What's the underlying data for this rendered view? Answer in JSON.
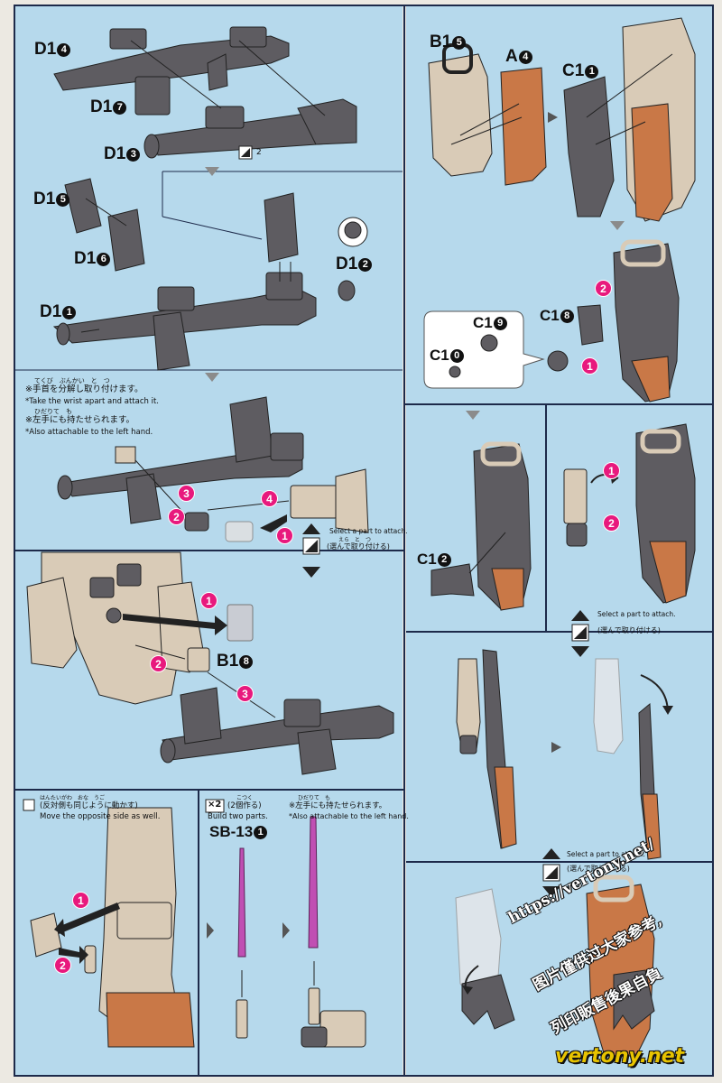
{
  "colors": {
    "panel": "#b5d8eb",
    "frame": "#1d2a4a",
    "accent": "#e8197d",
    "part_gray": "#5e5c61",
    "part_tan": "#d9cbb7",
    "part_orange": "#c97847",
    "part_magenta": "#c04fb3"
  },
  "left_top": {
    "labels": [
      {
        "prefix": "D1",
        "num": "4"
      },
      {
        "prefix": "D1",
        "num": "7"
      },
      {
        "prefix": "D1",
        "num": "3"
      }
    ],
    "ref_badge": "2"
  },
  "left_mid": {
    "labels": [
      {
        "prefix": "D1",
        "num": "5"
      },
      {
        "prefix": "D1",
        "num": "6"
      },
      {
        "prefix": "D1",
        "num": "2"
      },
      {
        "prefix": "D1",
        "num": "1"
      }
    ]
  },
  "left_notes": {
    "jp1": "※手首を分解し取り付けます。",
    "en1": "*Take the wrist apart and attach it.",
    "jp2": "※左手にも持たせられます。",
    "en2": "*Also attachable to the left hand.",
    "furigana1": "てくび　ぶんかい　と　つ",
    "furigana2": "ひだりて　も"
  },
  "left_steps": [
    "3",
    "2",
    "4",
    "1"
  ],
  "select_note": {
    "en": "Select a part to attach.",
    "jp": "(選んで取り付ける)",
    "furigana": "えら　と　つ"
  },
  "left_lower": {
    "steps": [
      "1",
      "2",
      "3"
    ],
    "label": {
      "prefix": "B1",
      "num": "8"
    }
  },
  "bottom": {
    "opposite_jp": "(反対側も同じように動かす)",
    "opposite_en": "Move the opposite side as well.",
    "opp_furigana": "はんたいがわ　おな　うご",
    "x2": "×2",
    "x2_jp": "(2個作る)",
    "x2_furigana": "こつく",
    "x2_en": "Build two parts.",
    "sb_label": {
      "prefix": "SB-13",
      "num": "1"
    },
    "left_hand_jp": "※左手にも持たせられます。",
    "left_hand_en": "*Also attachable to the left hand.",
    "lh_furigana": "ひだりて　も",
    "steps": [
      "1",
      "2"
    ]
  },
  "right_top": {
    "labels": [
      {
        "prefix": "B1",
        "num": "5"
      },
      {
        "prefix": "A",
        "num": "4"
      },
      {
        "prefix": "C1",
        "num": "1"
      }
    ]
  },
  "right_mid": {
    "labels": [
      {
        "prefix": "C1",
        "num": "9"
      },
      {
        "prefix": "C1",
        "num": "8"
      },
      {
        "prefix": "C1",
        "num": "0"
      }
    ],
    "steps": [
      "2",
      "1"
    ]
  },
  "right_low": {
    "labels": [
      {
        "prefix": "C1",
        "num": "2"
      }
    ],
    "steps": [
      "1",
      "2"
    ]
  },
  "watermark": {
    "url": "https://vertony.net/",
    "cn1": "图片僅供过大家参考,",
    "cn2": "列印販售後果自負",
    "site": "vertony.net"
  }
}
